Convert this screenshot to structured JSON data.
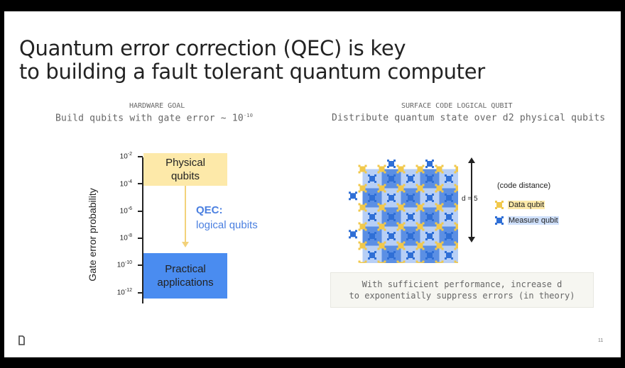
{
  "title": {
    "line1": "Quantum error correction (QEC) is key",
    "line2": "to building a fault tolerant quantum computer"
  },
  "hardware": {
    "label": "HARDWARE GOAL",
    "subtitle_prefix": "Build qubits with gate error ~ 10",
    "subtitle_exp": "-10"
  },
  "surface": {
    "label": "SURFACE CODE LOGICAL QUBIT",
    "subtitle": "Distribute quantum state over d2 physical qubits"
  },
  "chart": {
    "ylabel": "Gate error probability",
    "ticks": [
      {
        "base": "10",
        "exp": "-2"
      },
      {
        "base": "10",
        "exp": "-4"
      },
      {
        "base": "10",
        "exp": "-6"
      },
      {
        "base": "10",
        "exp": "-8"
      },
      {
        "base": "10",
        "exp": "-10"
      },
      {
        "base": "10",
        "exp": "-12"
      }
    ],
    "physical": {
      "line1": "Physical",
      "line2": "qubits"
    },
    "practical": {
      "line1": "Practical",
      "line2": "applications"
    },
    "qec": {
      "line1": "QEC:",
      "line2": "logical qubits"
    }
  },
  "lattice": {
    "distance_label": "d = 5",
    "code_distance": "(code distance)",
    "legend_data": "Data qubit",
    "legend_measure": "Measure qubit"
  },
  "note": {
    "line1": "With sufficient performance, increase d",
    "line2": "to exponentially suppress errors (in theory)"
  },
  "page_number": "11",
  "colors": {
    "physical_box": "#fde9a9",
    "practical_box": "#4a8cf0",
    "qec_text": "#4a7fe0",
    "data_qubit": "#f1c84b",
    "measure_qubit": "#2f6fd6",
    "lattice_light": "#b7cff6",
    "lattice_dark": "#5b8fe4"
  }
}
